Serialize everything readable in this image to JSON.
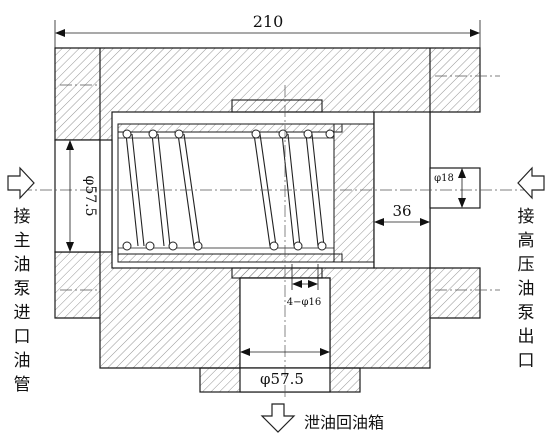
{
  "dimensions": {
    "overall_width": "210",
    "left_bore": "φ57.5",
    "right_port": "φ18",
    "right_gap": "36",
    "small_holes": "4−φ16",
    "bottom_bore": "φ57.5"
  },
  "labels": {
    "left_chars": [
      "接",
      "主",
      "油",
      "泵",
      "进",
      "口",
      "油",
      "管"
    ],
    "right_chars": [
      "接",
      "高",
      "压",
      "油",
      "泵",
      "出",
      "口"
    ],
    "bottom": "泄油回油箱"
  }
}
